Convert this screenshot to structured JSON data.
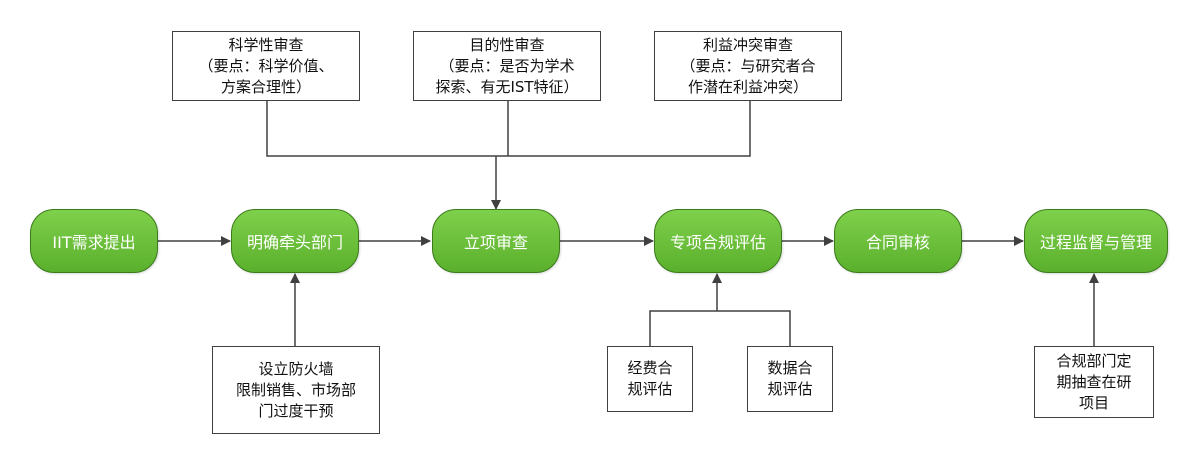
{
  "flow": {
    "steps": [
      {
        "id": "iit",
        "label": "IIT需求提出"
      },
      {
        "id": "lead",
        "label": "明确牵头部门"
      },
      {
        "id": "review",
        "label": "立项审查"
      },
      {
        "id": "compliance",
        "label": "专项合规评估"
      },
      {
        "id": "contract",
        "label": "合同审核"
      },
      {
        "id": "monitor",
        "label": "过程监督与管理"
      }
    ]
  },
  "review_inputs": [
    {
      "title": "科学性审查",
      "lines": [
        "（要点：科学价值、",
        "方案合理性）"
      ]
    },
    {
      "title": "目的性审查",
      "lines": [
        "（要点：是否为学术",
        "探索、有无IST特征）"
      ]
    },
    {
      "title": "利益冲突审查",
      "lines": [
        "（要点：与研究者合",
        "作潜在利益冲突）"
      ]
    }
  ],
  "firewall": {
    "lines": [
      "设立防火墙",
      "限制销售、市场部",
      "门过度干预"
    ]
  },
  "compliance_inputs": [
    {
      "lines": [
        "经费合",
        "规评估"
      ]
    },
    {
      "lines": [
        "数据合",
        "规评估"
      ]
    }
  ],
  "audit": {
    "lines": [
      "合规部门定",
      "期抽查在研",
      "项目"
    ]
  },
  "colors": {
    "node_fill": "#6cc13a",
    "node_border": "#3a7a1a",
    "line": "#404040"
  }
}
